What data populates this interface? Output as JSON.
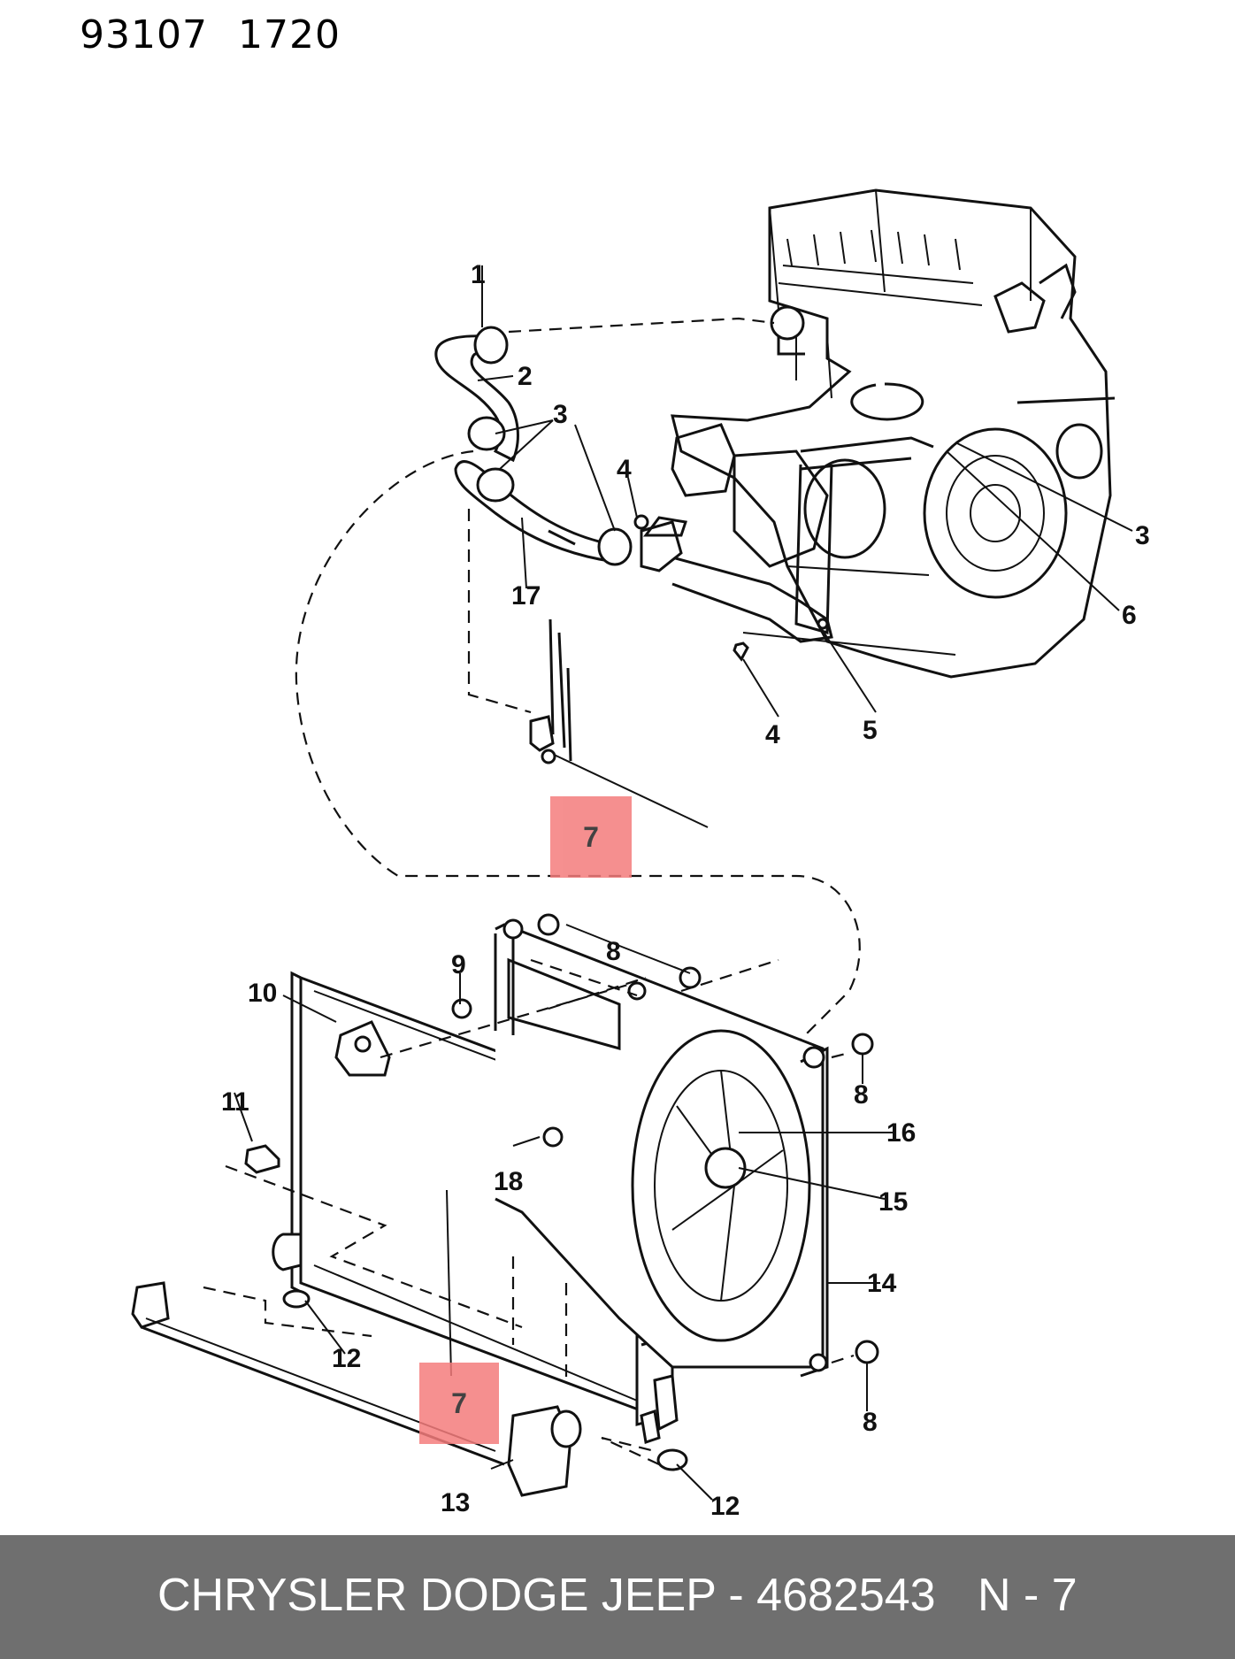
{
  "header": {
    "code_1": "93107",
    "code_2": "1720"
  },
  "callouts": [
    "1",
    "2",
    "3",
    "3",
    "3",
    "4",
    "4",
    "5",
    "6",
    "17",
    "7",
    "9",
    "10",
    "8",
    "8",
    "8",
    "11",
    "16",
    "18",
    "15",
    "14",
    "12",
    "12",
    "13",
    "7"
  ],
  "highlights": {
    "upper": "7",
    "lower": "7"
  },
  "colors": {
    "highlight": "#f47c7c",
    "footer_bg": "#6f6f6f",
    "footer_text": "#ffffff"
  },
  "footer": {
    "brand": "CHRYSLER DODGE JEEP - 4682543",
    "page": "N - 7"
  }
}
